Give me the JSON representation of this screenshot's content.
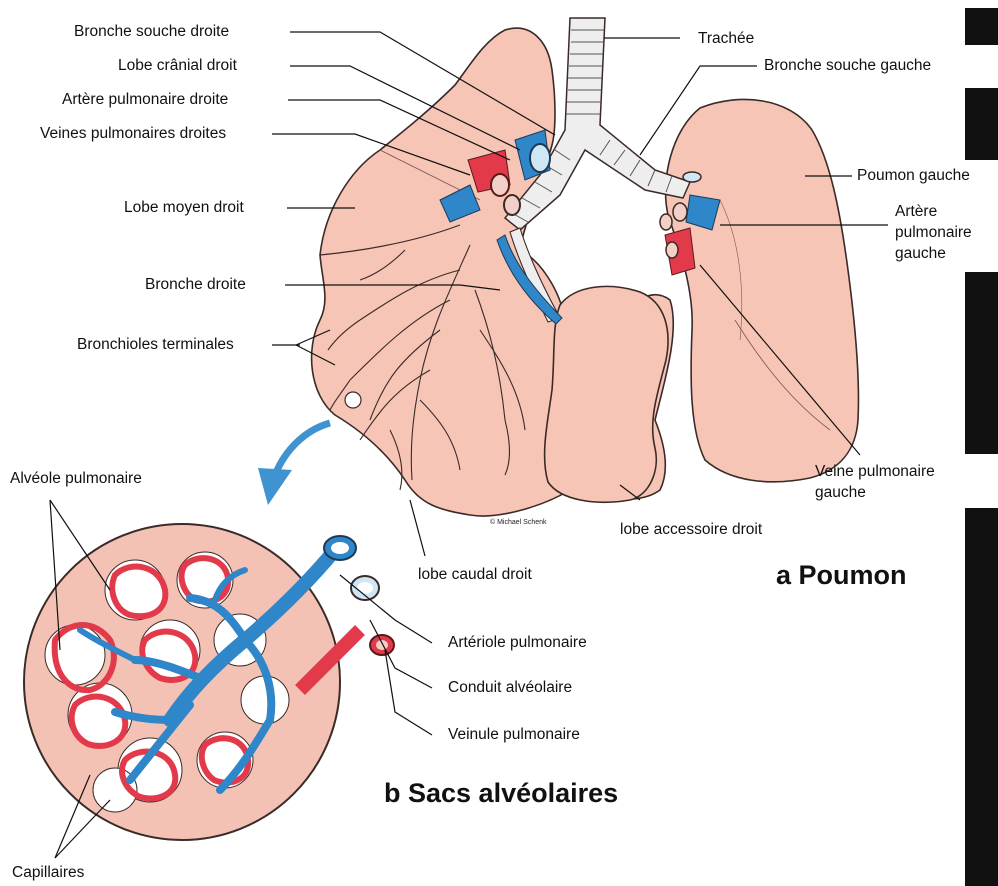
{
  "labels": {
    "bronche_souche_droite": "Bronche souche droite",
    "lobe_cranial_droit": "Lobe crânial droit",
    "artere_pulmonaire_droite": "Artère pulmonaire  droite",
    "veines_pulmonaires_droites": "Veines pulmonaires droites",
    "lobe_moyen_droit": "Lobe moyen droit",
    "bronche_droite": "Bronche droite",
    "bronchioles_terminales": "Bronchioles terminales",
    "alveole_pulmonaire": "Alvéole pulmonaire",
    "capillaires": "Capillaires",
    "trachee": "Trachée",
    "bronche_souche_gauche": "Bronche souche gauche",
    "poumon_gauche": "Poumon gauche",
    "artere_pulmonaire_gauche_l1": "Artère",
    "artere_pulmonaire_gauche_l2": "pulmonaire",
    "artere_pulmonaire_gauche_l3": "gauche",
    "veine_pulmonaire_gauche_l1": "Veine pulmonaire",
    "veine_pulmonaire_gauche_l2": "gauche",
    "lobe_accessoire_droit": "lobe accessoire droit",
    "lobe_caudal_droit": "lobe caudal droit",
    "arteriole_pulmonaire": "Artériole pulmonaire",
    "conduit_alveolaire": "Conduit alvéolaire",
    "veinule_pulmonaire": "Veinule pulmonaire"
  },
  "titles": {
    "poumon": "a  Poumon",
    "sacs": "b  Sacs alvéolaires"
  },
  "credit": "© Michael Schenk",
  "colors": {
    "lung_fill": "#f6c5b6",
    "lung_stroke": "#3a2a28",
    "artery_blue": "#2f86c8",
    "vein_red": "#e23a4a",
    "trachea_fill": "#eeeeee",
    "arrow_blue": "#3f93d0",
    "sac_bg": "#f3c2b4",
    "alveolus_fill": "#ffffff"
  }
}
